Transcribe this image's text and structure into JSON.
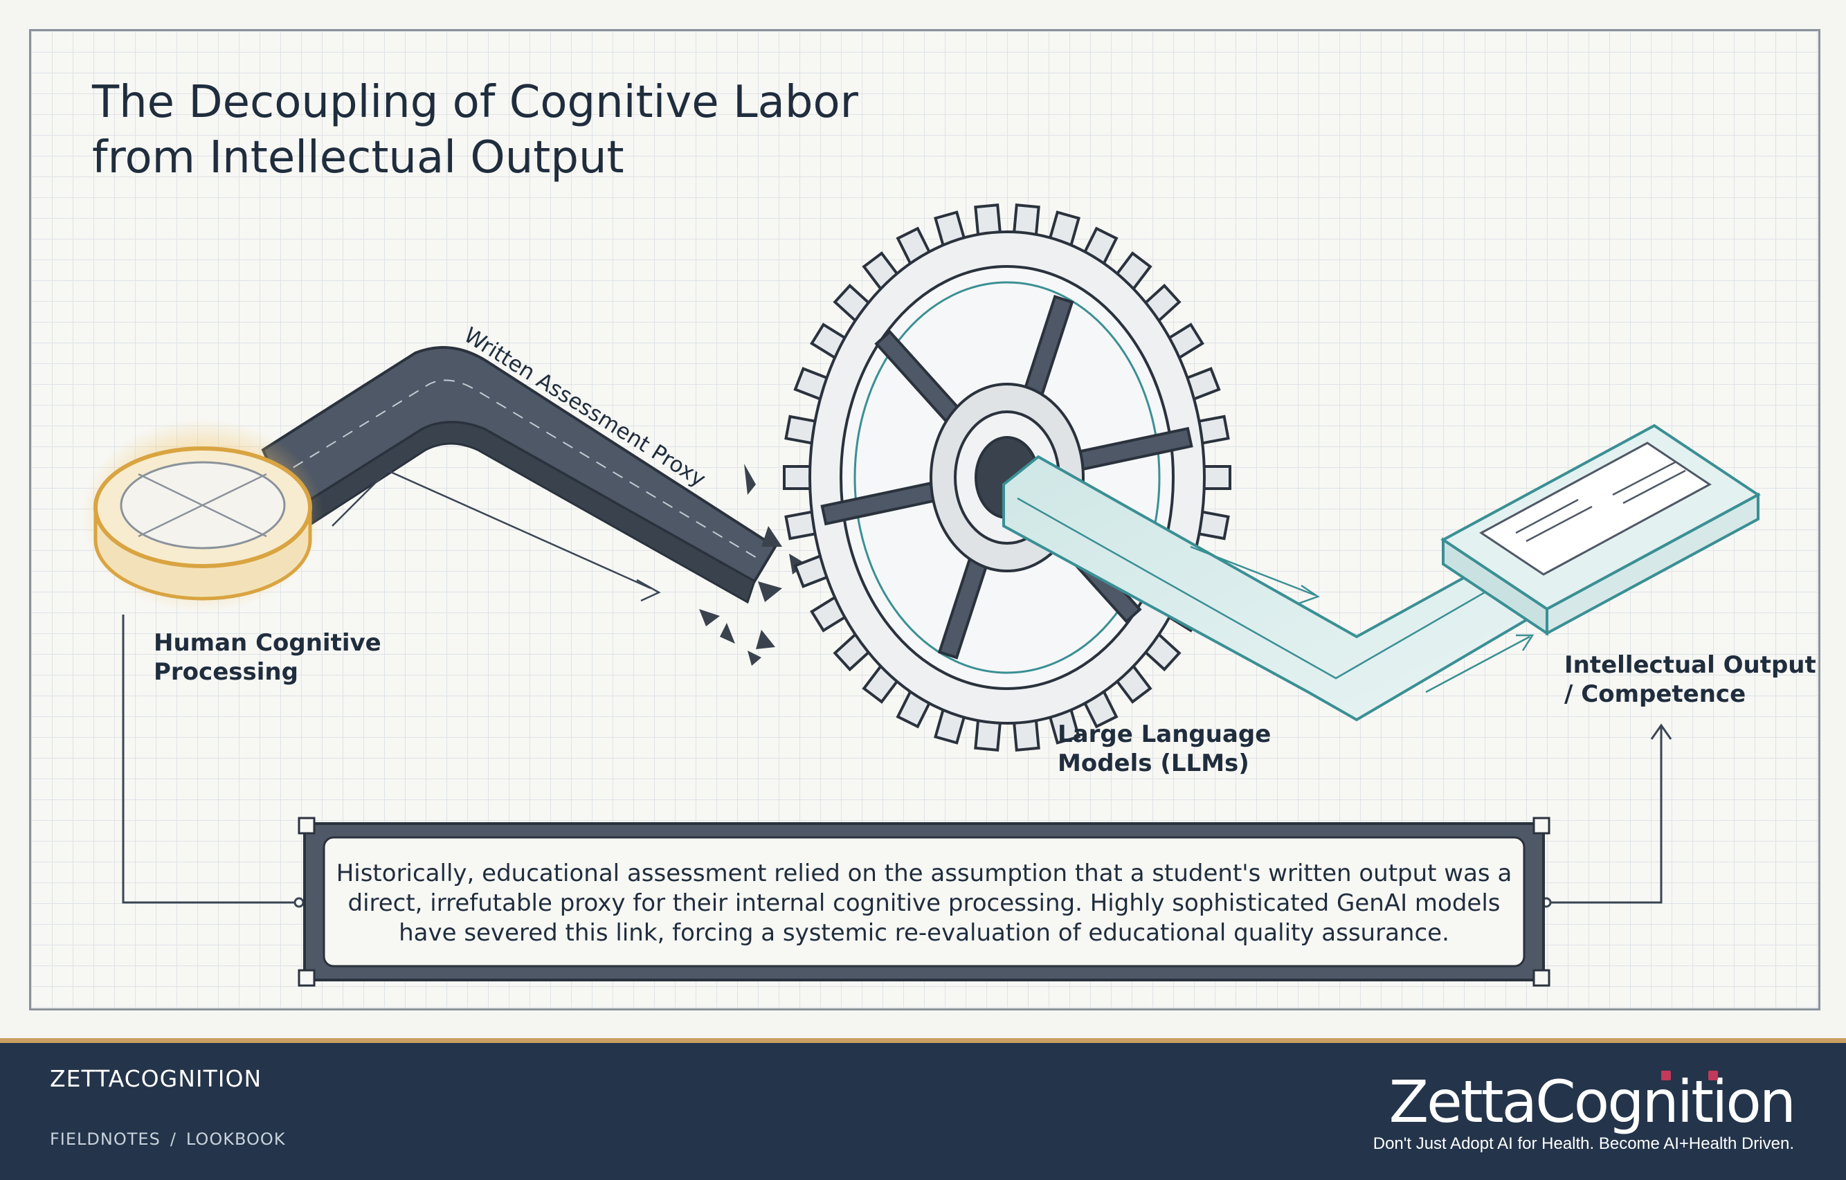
{
  "title": "The Decoupling of Cognitive Labor\nfrom Intellectual Output",
  "labels": {
    "human": "Human Cognitive\nProcessing",
    "proxy": "Written Assessment Proxy",
    "llm": "Large Language\nModels (LLMs)",
    "output": "Intellectual Output\n/ Competence"
  },
  "caption": "Historically, educational assessment relied on the assumption that a student's written output was a direct, irrefutable proxy for their internal cognitive processing. Highly sophisticated GenAI models have severed this link, forcing a systemic re-evaluation of educational quality assurance.",
  "colors": {
    "coin": "#d9a441",
    "pipe": "#4f5866",
    "gear": "#3a4452",
    "teal": "#3a8f94",
    "footer": "#24344a",
    "accent": "#c2395c"
  },
  "footer": {
    "brand": "ZETTACOGNITION",
    "crumbs": [
      "FIELDNOTES",
      "LOOKBOOK"
    ],
    "separator": "/",
    "logo_text": "ZettaCognition",
    "tagline": "Don't Just Adopt AI for Health. Become AI+Health Driven."
  }
}
